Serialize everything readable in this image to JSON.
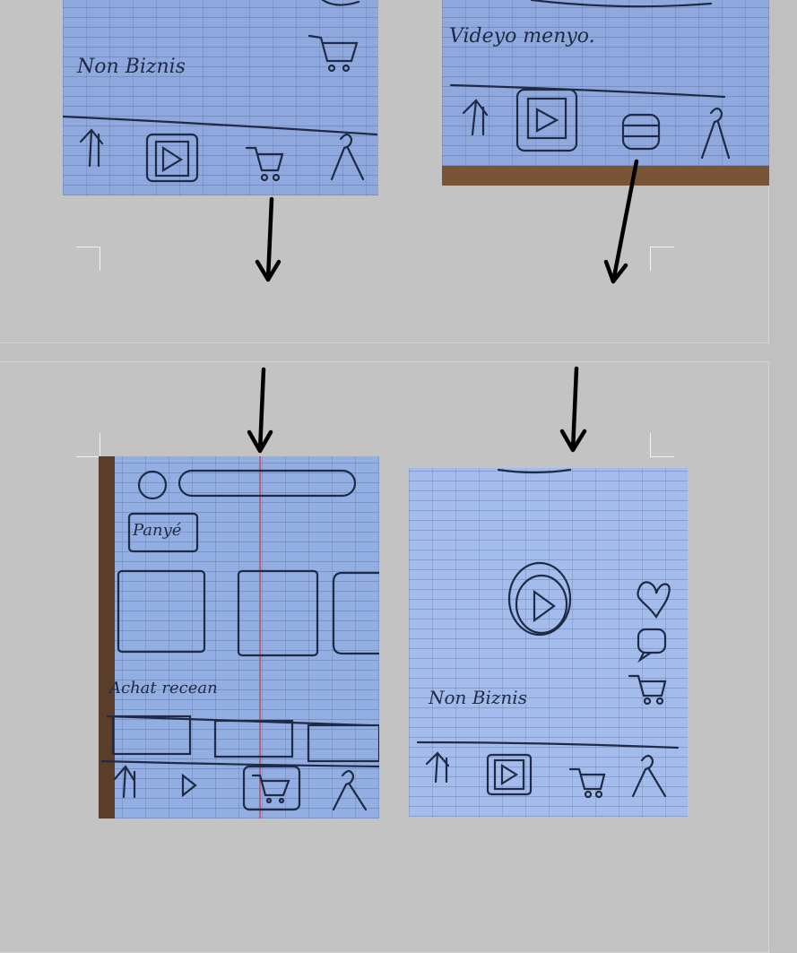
{
  "sketches": {
    "top_left": {
      "caption": "Non Biznis"
    },
    "top_right": {
      "caption": "Videyo menyo."
    },
    "bottom_left": {
      "section_title": "Panyé",
      "section_subtitle": "Achat recean"
    },
    "bottom_right": {
      "caption": "Non Biznis"
    }
  },
  "colors": {
    "paper": "#8fa9df",
    "ink": "#1f2a44",
    "background": "#c0c0c0",
    "arrow": "#000000"
  },
  "icons": [
    "up-arrow-icon",
    "play-icon",
    "cart-icon",
    "profile-icon",
    "list-icon",
    "heart-icon",
    "chat-icon"
  ]
}
